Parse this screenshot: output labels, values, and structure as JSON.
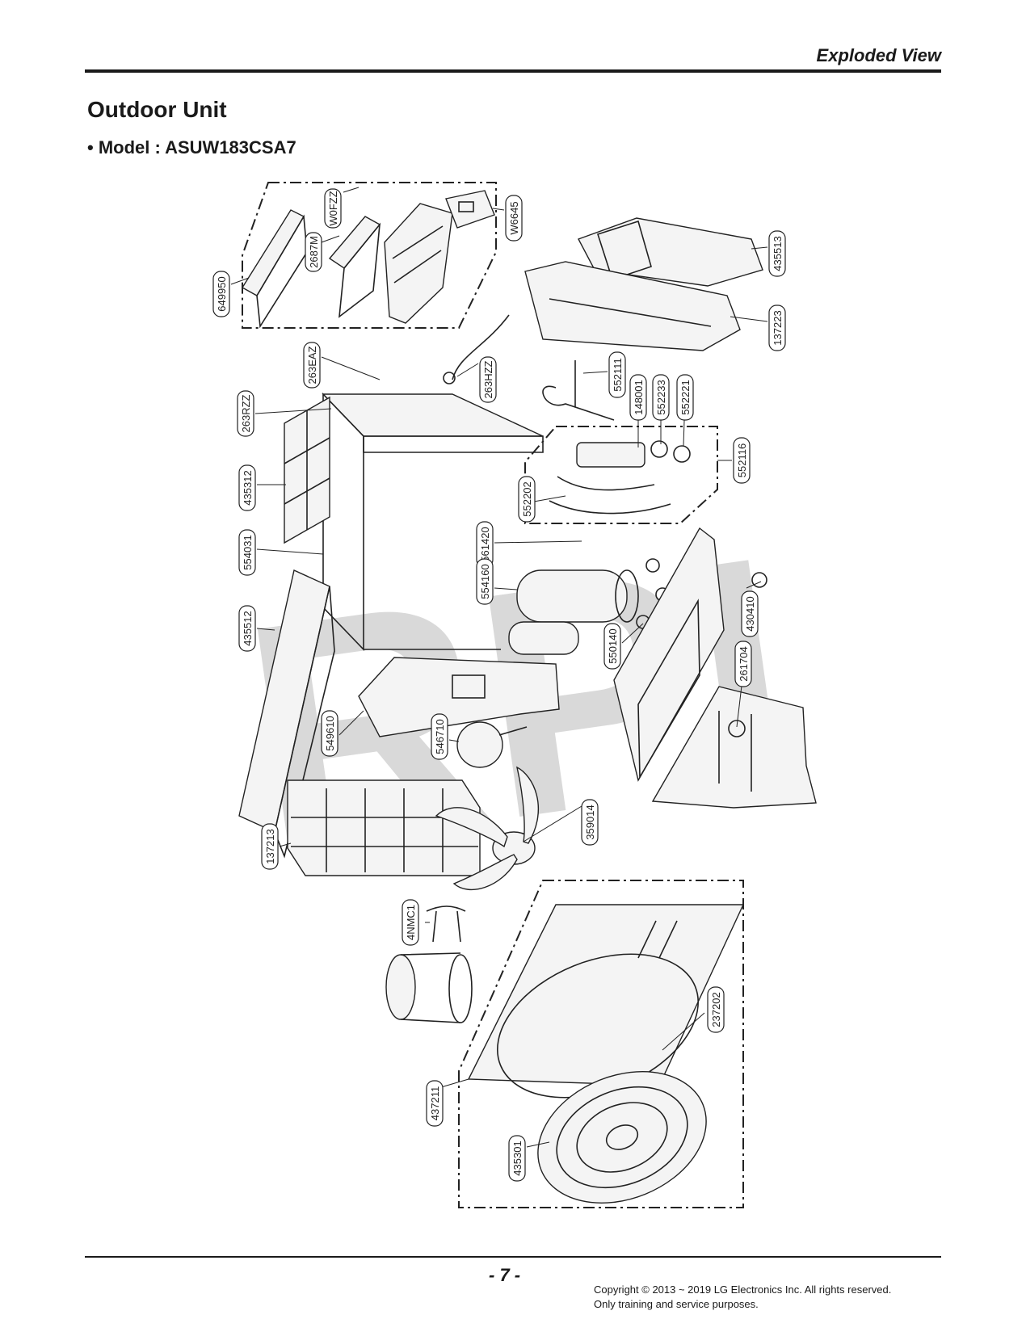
{
  "header": {
    "title": "Exploded View"
  },
  "section": {
    "title": "Outdoor Unit",
    "model": "• Model : ASUW183CSA7"
  },
  "watermark": "RPI",
  "callouts": [
    "W0FZZ",
    "2687M",
    "649950",
    "W6645",
    "435513",
    "137223",
    "263EAZ",
    "263HZZ",
    "552111",
    "148001",
    "552233",
    "552221",
    "263RZZ",
    "552116",
    "435312",
    "552202",
    "554031",
    "561420",
    "554160",
    "435512",
    "430410",
    "550140",
    "261704",
    "549610",
    "546710",
    "359014",
    "137213",
    "4NMC1",
    "237202",
    "437211",
    "435301"
  ],
  "footer": {
    "page": "- 7 -",
    "copyright_line1": "Copyright © 2013 ~ 2019 LG Electronics Inc. All rights reserved.",
    "copyright_line2": "Only training and service purposes."
  },
  "colors": {
    "ink": "#1a1a1a",
    "watermark": "#d9d9d9"
  }
}
